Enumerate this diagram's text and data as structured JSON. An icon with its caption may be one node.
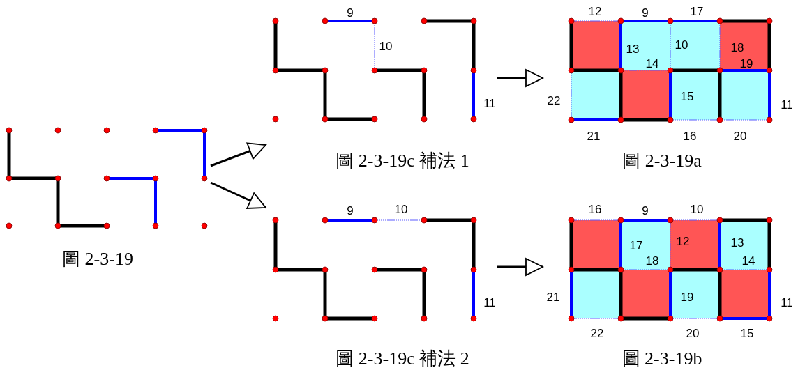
{
  "diagram": {
    "nodes": [
      {
        "text": [
          "圖 2-3-19"
        ]
      },
      {
        "text": [
          "圖 2-3-19c 補法 1"
        ]
      },
      {
        "text": [
          "圖 2-3-19a"
        ]
      },
      {
        "text": [
          "圖 2-3-19c 補法 2"
        ]
      },
      {
        "text": [
          "圖 2-3-19b"
        ]
      }
    ],
    "edges": [
      {
        "from": 0,
        "to": 1,
        "arrow": "to"
      },
      {
        "from": 0,
        "to": 3,
        "arrow": "to"
      },
      {
        "from": 1,
        "to": 2,
        "arrow": "to"
      },
      {
        "from": 3,
        "to": 4,
        "arrow": "to"
      }
    ],
    "labels": [
      "9",
      "10",
      "11",
      "12",
      "9",
      "17",
      "13",
      "10",
      "18",
      "14",
      "19",
      "22",
      "15",
      "11",
      "21",
      "16",
      "20",
      "9",
      "10",
      "11",
      "16",
      "9",
      "10",
      "17",
      "12",
      "13",
      "18",
      "14",
      "21",
      "19",
      "11",
      "22",
      "20",
      "15"
    ]
  }
}
